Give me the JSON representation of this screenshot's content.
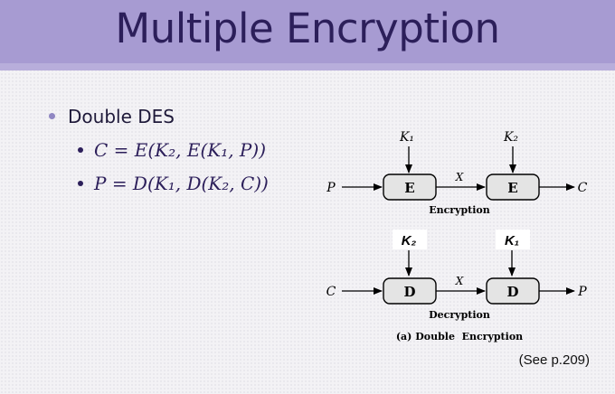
{
  "slide": {
    "title": "Multiple Encryption",
    "bullet": "Double DES",
    "equations": [
      "C = E(K₂, E(K₁, P))",
      "P = D(K₁, D(K₂, C))"
    ],
    "reference": "(See p.209)"
  },
  "diagram": {
    "encryption": {
      "key1": "K₁",
      "key2": "K₂",
      "box1": "E",
      "box2": "E",
      "input": "P",
      "middle": "X",
      "output": "C",
      "caption": "Encryption"
    },
    "decryption": {
      "key1": "K₂",
      "key2": "K₁",
      "box1": "D",
      "box2": "D",
      "input": "C",
      "middle": "X",
      "output": "P",
      "caption": "Decryption"
    },
    "figure_caption": "(a) Double  Encryption"
  },
  "colors": {
    "title_band": "#a79bd2",
    "title_text": "#2c1f5a",
    "bullet_dot": "#8f86c2",
    "box_fill": "#e4e4e4"
  }
}
